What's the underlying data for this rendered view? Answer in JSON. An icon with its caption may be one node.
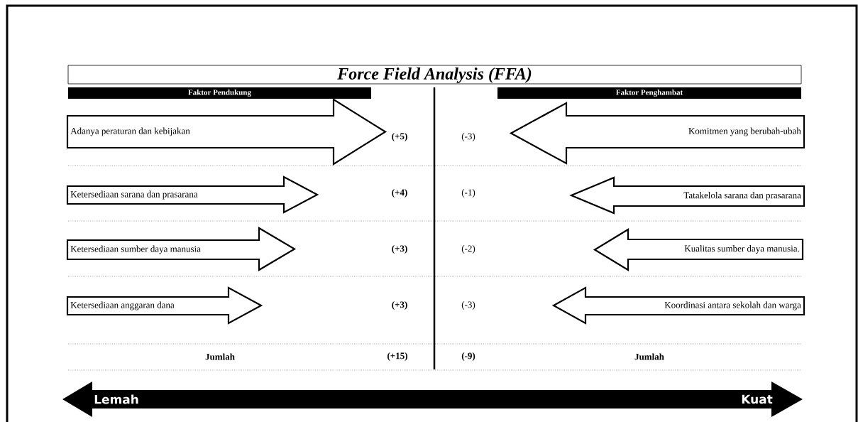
{
  "diagram": {
    "nodes": [
      {
        "text": [
          "Force Field Analysis (FFA)"
        ]
      },
      {
        "text": [
          "Faktor Pendukung"
        ]
      },
      {
        "text": [
          "Faktor Penghambat"
        ]
      },
      {
        "text": [
          "Adanya peraturan dan kebijakan"
        ]
      },
      {
        "text": [
          "Komitmen yang berubah-ubah"
        ]
      },
      {
        "text": [
          "Ketersediaan sarana dan prasarana"
        ]
      },
      {
        "text": [
          "Tatakelola sarana dan prasarana"
        ]
      },
      {
        "text": [
          "Ketersediaan sumber daya manusia"
        ]
      },
      {
        "text": [
          "Kualitas sumber daya manusia."
        ]
      },
      {
        "text": [
          "Ketersediaan anggaran dana"
        ]
      },
      {
        "text": [
          "Koordinasi antara sekolah dan warga"
        ]
      },
      {
        "text": [
          "Lemah",
          "Kuat"
        ]
      }
    ],
    "labels": [
      "(+5)",
      "(-3)",
      "(+4)",
      "(-1)",
      "(+3)",
      "(-2)",
      "(+3)",
      "(-3)",
      "Jumlah",
      "(+15)",
      "(-9)",
      "Jumlah"
    ]
  }
}
